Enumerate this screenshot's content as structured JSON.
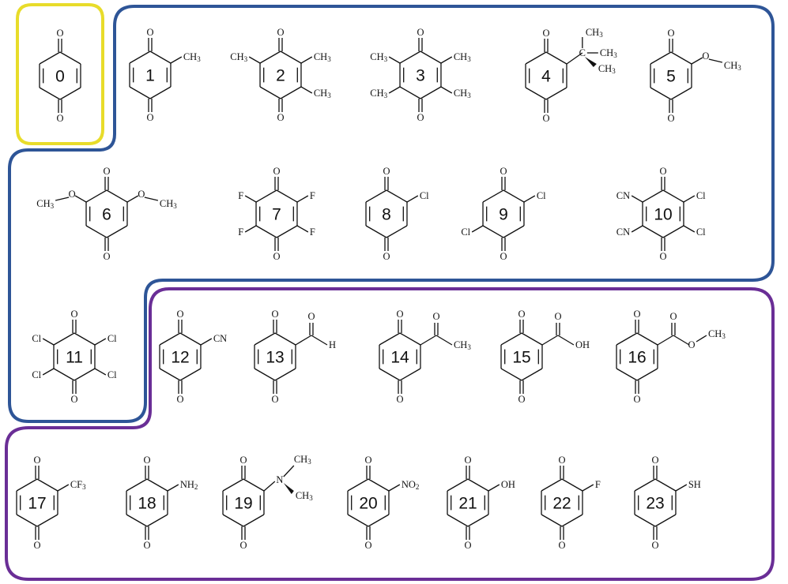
{
  "figure": {
    "groups": [
      {
        "id": "yellow-group",
        "color": "#e8dc2a",
        "members": [
          "0"
        ]
      },
      {
        "id": "blue-group",
        "color": "#2e5597",
        "members": [
          "1",
          "2",
          "3",
          "4",
          "5",
          "6",
          "7",
          "8",
          "9",
          "10",
          "11"
        ]
      },
      {
        "id": "purple-group",
        "color": "#6a2e96",
        "members": [
          "12",
          "13",
          "14",
          "15",
          "16",
          "17",
          "18",
          "19",
          "20",
          "21",
          "22",
          "23"
        ]
      }
    ],
    "molecules": [
      {
        "number": "0",
        "subs": []
      },
      {
        "number": "1",
        "subs": [
          {
            "pos": 2,
            "text": "CH3"
          }
        ]
      },
      {
        "number": "2",
        "subs": [
          {
            "pos": 6,
            "text": "CH3"
          },
          {
            "pos": 2,
            "text": "CH3"
          },
          {
            "pos": 3,
            "text": "CH3"
          }
        ]
      },
      {
        "number": "3",
        "subs": [
          {
            "pos": 6,
            "text": "CH3"
          },
          {
            "pos": 2,
            "text": "CH3"
          },
          {
            "pos": 5,
            "text": "CH3"
          },
          {
            "pos": 3,
            "text": "CH3"
          }
        ]
      },
      {
        "number": "4",
        "subs": [
          {
            "pos": 2,
            "text": "tBu",
            "labels": [
              "CH3",
              "CH3",
              "CH3"
            ]
          }
        ]
      },
      {
        "number": "5",
        "subs": [
          {
            "pos": 2,
            "text": "O",
            "ext": "CH3"
          }
        ]
      },
      {
        "number": "6",
        "subs": [
          {
            "pos": 6,
            "text": "O",
            "ext": "CH3"
          },
          {
            "pos": 2,
            "text": "O",
            "ext": "CH3"
          }
        ]
      },
      {
        "number": "7",
        "subs": [
          {
            "pos": 6,
            "text": "F"
          },
          {
            "pos": 2,
            "text": "F"
          },
          {
            "pos": 5,
            "text": "F"
          },
          {
            "pos": 3,
            "text": "F"
          }
        ]
      },
      {
        "number": "8",
        "subs": [
          {
            "pos": 2,
            "text": "Cl"
          }
        ]
      },
      {
        "number": "9",
        "subs": [
          {
            "pos": 2,
            "text": "Cl"
          },
          {
            "pos": 5,
            "text": "Cl"
          }
        ]
      },
      {
        "number": "10",
        "subs": [
          {
            "pos": 6,
            "text": "CN"
          },
          {
            "pos": 2,
            "text": "Cl"
          },
          {
            "pos": 5,
            "text": "CN"
          },
          {
            "pos": 3,
            "text": "Cl"
          }
        ]
      },
      {
        "number": "11",
        "subs": [
          {
            "pos": 6,
            "text": "Cl"
          },
          {
            "pos": 2,
            "text": "Cl"
          },
          {
            "pos": 5,
            "text": "Cl"
          },
          {
            "pos": 3,
            "text": "Cl"
          }
        ]
      },
      {
        "number": "12",
        "subs": [
          {
            "pos": 2,
            "text": "CN"
          }
        ]
      },
      {
        "number": "13",
        "subs": [
          {
            "pos": 2,
            "text": "CHO",
            "labels": [
              "O",
              "H"
            ]
          }
        ]
      },
      {
        "number": "14",
        "subs": [
          {
            "pos": 2,
            "text": "COCH3",
            "labels": [
              "O",
              "CH3"
            ]
          }
        ]
      },
      {
        "number": "15",
        "subs": [
          {
            "pos": 2,
            "text": "COOH",
            "labels": [
              "O",
              "OH"
            ]
          }
        ]
      },
      {
        "number": "16",
        "subs": [
          {
            "pos": 2,
            "text": "COOCH3",
            "labels": [
              "O",
              "O",
              "CH3"
            ]
          }
        ]
      },
      {
        "number": "17",
        "subs": [
          {
            "pos": 2,
            "text": "CF3"
          }
        ]
      },
      {
        "number": "18",
        "subs": [
          {
            "pos": 2,
            "text": "NH2"
          }
        ]
      },
      {
        "number": "19",
        "subs": [
          {
            "pos": 2,
            "text": "NMe2",
            "labels": [
              "N",
              "CH3",
              "CH3"
            ]
          }
        ]
      },
      {
        "number": "20",
        "subs": [
          {
            "pos": 2,
            "text": "NO2"
          }
        ]
      },
      {
        "number": "21",
        "subs": [
          {
            "pos": 2,
            "text": "OH"
          }
        ]
      },
      {
        "number": "22",
        "subs": [
          {
            "pos": 2,
            "text": "F"
          }
        ]
      },
      {
        "number": "23",
        "subs": [
          {
            "pos": 2,
            "text": "SH"
          }
        ]
      }
    ],
    "oxygen_label": "O"
  }
}
